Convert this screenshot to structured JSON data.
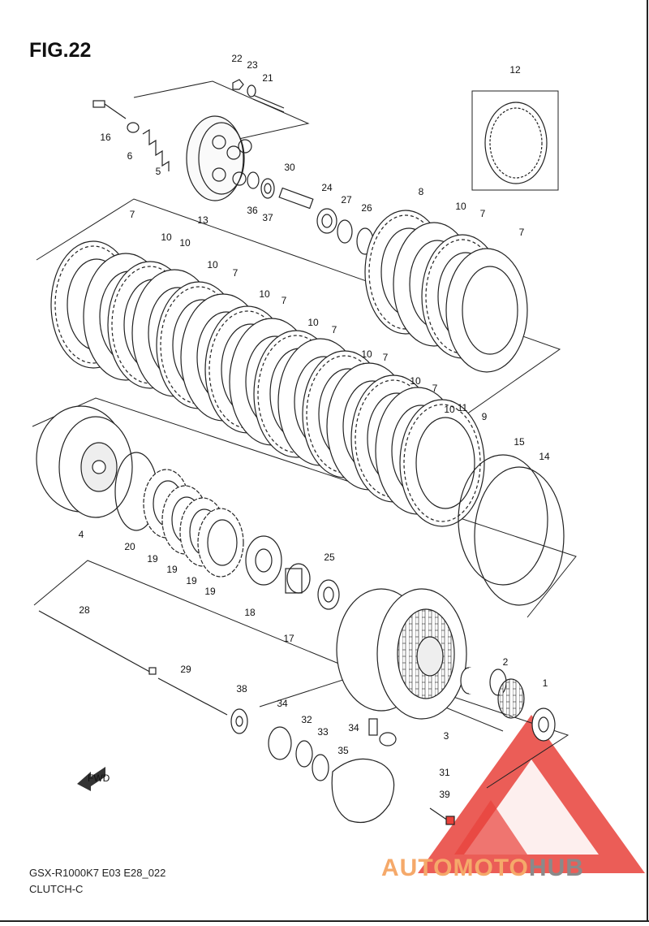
{
  "figure": {
    "title": "FIG.22",
    "model_code": "GSX-R1000K7 E03 E28_022",
    "section": "CLUTCH-C"
  },
  "watermark": {
    "part1": "AUTOMOTO",
    "part2": "HUB",
    "accent_color": "#e8413a",
    "light_color": "#f5a96a",
    "gray_color": "#8a8a8a"
  },
  "fwd_label": "FWD",
  "callouts": [
    {
      "num": "22"
    },
    {
      "num": "23"
    },
    {
      "num": "21"
    },
    {
      "num": "16"
    },
    {
      "num": "6"
    },
    {
      "num": "5"
    },
    {
      "num": "13"
    },
    {
      "num": "30"
    },
    {
      "num": "36"
    },
    {
      "num": "37"
    },
    {
      "num": "24"
    },
    {
      "num": "27"
    },
    {
      "num": "26"
    },
    {
      "num": "12"
    },
    {
      "num": "8"
    },
    {
      "num": "10"
    },
    {
      "num": "7"
    },
    {
      "num": "10"
    },
    {
      "num": "7"
    },
    {
      "num": "10"
    },
    {
      "num": "7"
    },
    {
      "num": "10"
    },
    {
      "num": "7"
    },
    {
      "num": "10"
    },
    {
      "num": "7"
    },
    {
      "num": "10"
    },
    {
      "num": "7"
    },
    {
      "num": "10"
    },
    {
      "num": "7"
    },
    {
      "num": "10"
    },
    {
      "num": "7"
    },
    {
      "num": "10"
    },
    {
      "num": "11"
    },
    {
      "num": "9"
    },
    {
      "num": "15"
    },
    {
      "num": "14"
    },
    {
      "num": "4"
    },
    {
      "num": "20"
    },
    {
      "num": "19"
    },
    {
      "num": "19"
    },
    {
      "num": "19"
    },
    {
      "num": "19"
    },
    {
      "num": "18"
    },
    {
      "num": "25"
    },
    {
      "num": "17"
    },
    {
      "num": "28"
    },
    {
      "num": "29"
    },
    {
      "num": "2"
    },
    {
      "num": "1"
    },
    {
      "num": "3"
    },
    {
      "num": "38"
    },
    {
      "num": "34"
    },
    {
      "num": "32"
    },
    {
      "num": "33"
    },
    {
      "num": "34"
    },
    {
      "num": "35"
    },
    {
      "num": "31"
    },
    {
      "num": "39"
    }
  ]
}
